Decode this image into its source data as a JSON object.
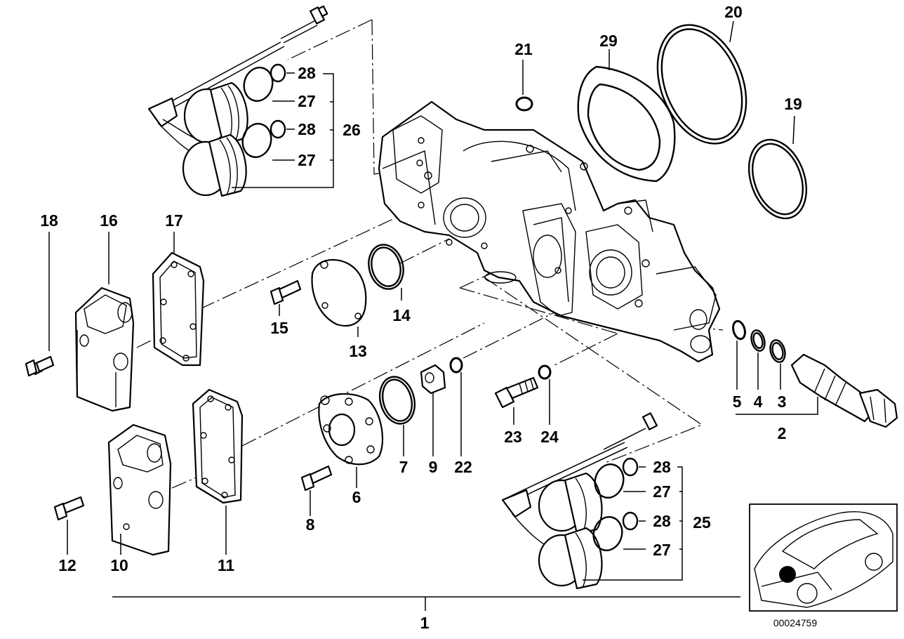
{
  "part_labels": {
    "l1": "1",
    "l2": "2",
    "l3": "3",
    "l4": "4",
    "l5": "5",
    "l6": "6",
    "l7": "7",
    "l8": "8",
    "l9": "9",
    "l10": "10",
    "l11": "11",
    "l12": "12",
    "l13": "13",
    "l14": "14",
    "l15": "15",
    "l16": "16",
    "l17": "17",
    "l18": "18",
    "l19": "19",
    "l20": "20",
    "l21": "21",
    "l22": "22",
    "l23": "23",
    "l24": "24",
    "l25": "25",
    "l26": "26",
    "l27a": "27",
    "l27b": "27",
    "l27c": "27",
    "l27d": "27",
    "l28a": "28",
    "l28b": "28",
    "l28c": "28",
    "l28d": "28",
    "l29": "29"
  },
  "reference_number": "00024759"
}
